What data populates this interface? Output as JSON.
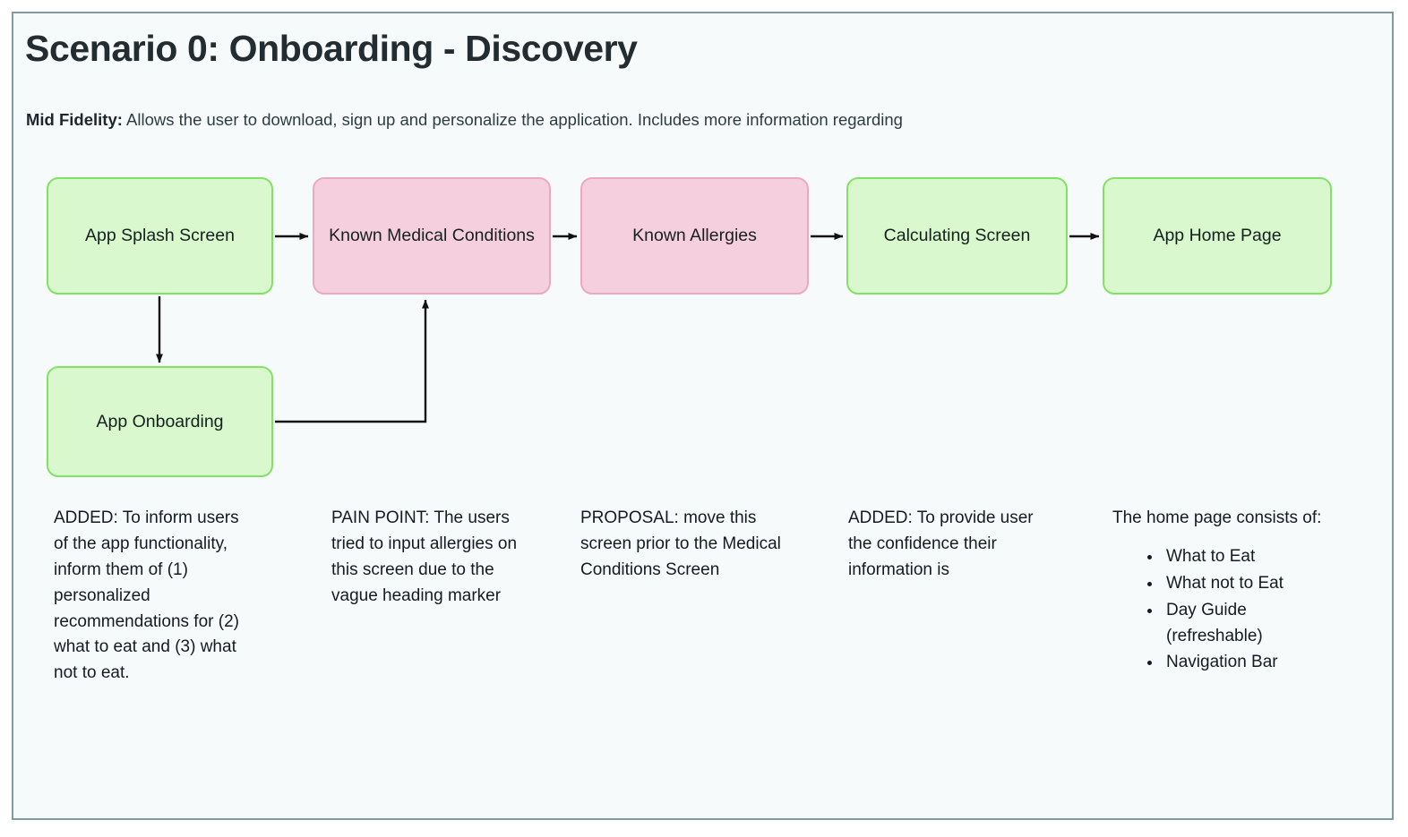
{
  "header": {
    "title": "Scenario 0: Onboarding - Discovery",
    "subtitle_lead": "Mid Fidelity:",
    "subtitle_rest": " Allows the user to download, sign up and personalize the application. Includes more information regarding"
  },
  "colors": {
    "green_fill": "#d9f8ce",
    "green_border": "#82e266",
    "pink_fill": "#f6cfde",
    "pink_border": "#eaa9c3",
    "canvas_bg": "#f7fafb",
    "frame_border": "#7f9aa3",
    "connector": "#111111",
    "text": "#141c1f"
  },
  "flow": {
    "nodes": [
      {
        "id": "splash",
        "label": "App Splash Screen",
        "style": "green"
      },
      {
        "id": "medical",
        "label": "Known Medical Conditions",
        "style": "pink"
      },
      {
        "id": "allergies",
        "label": "Known Allergies",
        "style": "pink"
      },
      {
        "id": "calculating",
        "label": "Calculating Screen",
        "style": "green"
      },
      {
        "id": "home",
        "label": "App Home Page",
        "style": "green"
      },
      {
        "id": "onboarding",
        "label": "App Onboarding",
        "style": "green"
      }
    ],
    "edges": [
      {
        "from": "splash",
        "to": "medical"
      },
      {
        "from": "medical",
        "to": "allergies"
      },
      {
        "from": "allergies",
        "to": "calculating"
      },
      {
        "from": "calculating",
        "to": "home"
      },
      {
        "from": "splash",
        "to": "onboarding"
      },
      {
        "from": "onboarding",
        "to": "medical"
      }
    ]
  },
  "notes": {
    "onboarding": "ADDED: To inform users of the app functionality, inform them of (1) personalized recommendations for (2) what to eat and (3) what not to eat.",
    "medical": "PAIN POINT: The users tried to input allergies on this screen due to the vague heading marker",
    "allergies": "PROPOSAL: move this screen prior to the Medical Conditions Screen",
    "calculating": "ADDED: To provide user the confidence their information is",
    "home_intro": "The home page consists of:",
    "home_items": [
      "What to Eat",
      "What not to Eat",
      "Day Guide (refreshable)",
      "Navigation Bar"
    ]
  }
}
